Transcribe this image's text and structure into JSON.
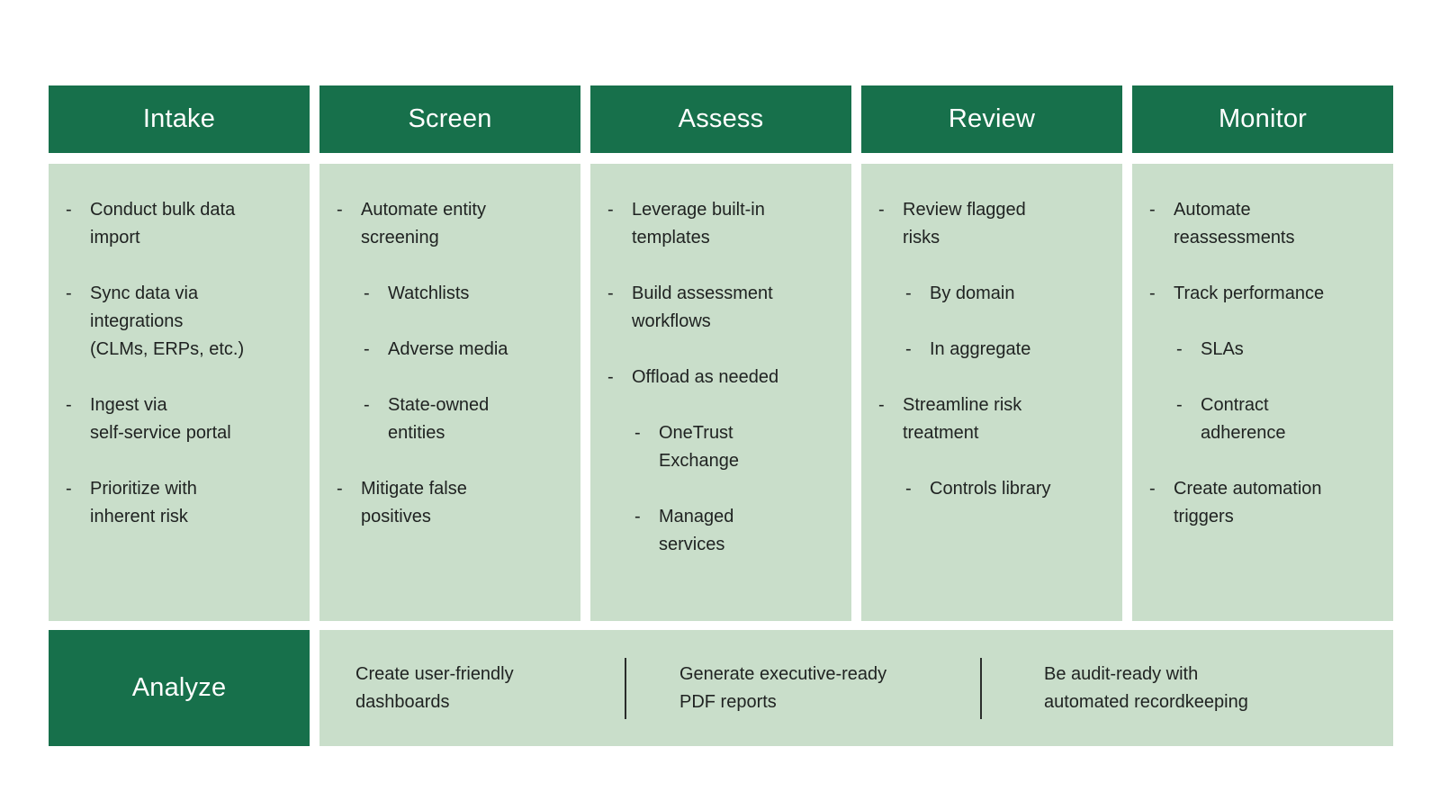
{
  "colors": {
    "header_bg": "#17704B",
    "panel_bg": "#C9DECA",
    "text": "#202322",
    "header_text": "#FFFFFF",
    "divider": "#2A2D2B",
    "page_bg": "#FFFFFF"
  },
  "columns": [
    {
      "title": "Intake",
      "items": [
        {
          "level": 0,
          "text": "Conduct bulk data\nimport"
        },
        {
          "level": 0,
          "text": "Sync data via\nintegrations\n(CLMs, ERPs, etc.)"
        },
        {
          "level": 0,
          "text": "Ingest via\nself-service portal"
        },
        {
          "level": 0,
          "text": "Prioritize with\ninherent risk"
        }
      ]
    },
    {
      "title": "Screen",
      "items": [
        {
          "level": 0,
          "text": "Automate entity\nscreening"
        },
        {
          "level": 1,
          "text": "Watchlists"
        },
        {
          "level": 1,
          "text": "Adverse media"
        },
        {
          "level": 1,
          "text": "State-owned\nentities"
        },
        {
          "level": 0,
          "text": "Mitigate false\npositives"
        }
      ]
    },
    {
      "title": "Assess",
      "items": [
        {
          "level": 0,
          "text": "Leverage built-in\ntemplates"
        },
        {
          "level": 0,
          "text": "Build assessment\nworkflows"
        },
        {
          "level": 0,
          "text": "Offload as needed"
        },
        {
          "level": 1,
          "text": "OneTrust\nExchange"
        },
        {
          "level": 1,
          "text": "Managed\nservices"
        }
      ]
    },
    {
      "title": "Review",
      "items": [
        {
          "level": 0,
          "text": "Review flagged\nrisks"
        },
        {
          "level": 1,
          "text": "By domain"
        },
        {
          "level": 1,
          "text": "In aggregate"
        },
        {
          "level": 0,
          "text": "Streamline risk\ntreatment"
        },
        {
          "level": 1,
          "text": "Controls library"
        }
      ]
    },
    {
      "title": "Monitor",
      "items": [
        {
          "level": 0,
          "text": "Automate\nreassessments"
        },
        {
          "level": 0,
          "text": "Track performance"
        },
        {
          "level": 1,
          "text": "SLAs"
        },
        {
          "level": 1,
          "text": "Contract\nadherence"
        },
        {
          "level": 0,
          "text": "Create automation\ntriggers"
        }
      ]
    }
  ],
  "bottom": {
    "title": "Analyze",
    "bullet_glyph": "-",
    "cells": [
      "Create user-friendly\ndashboards",
      "Generate executive-ready\nPDF reports",
      "Be audit-ready with\nautomated recordkeeping"
    ]
  }
}
